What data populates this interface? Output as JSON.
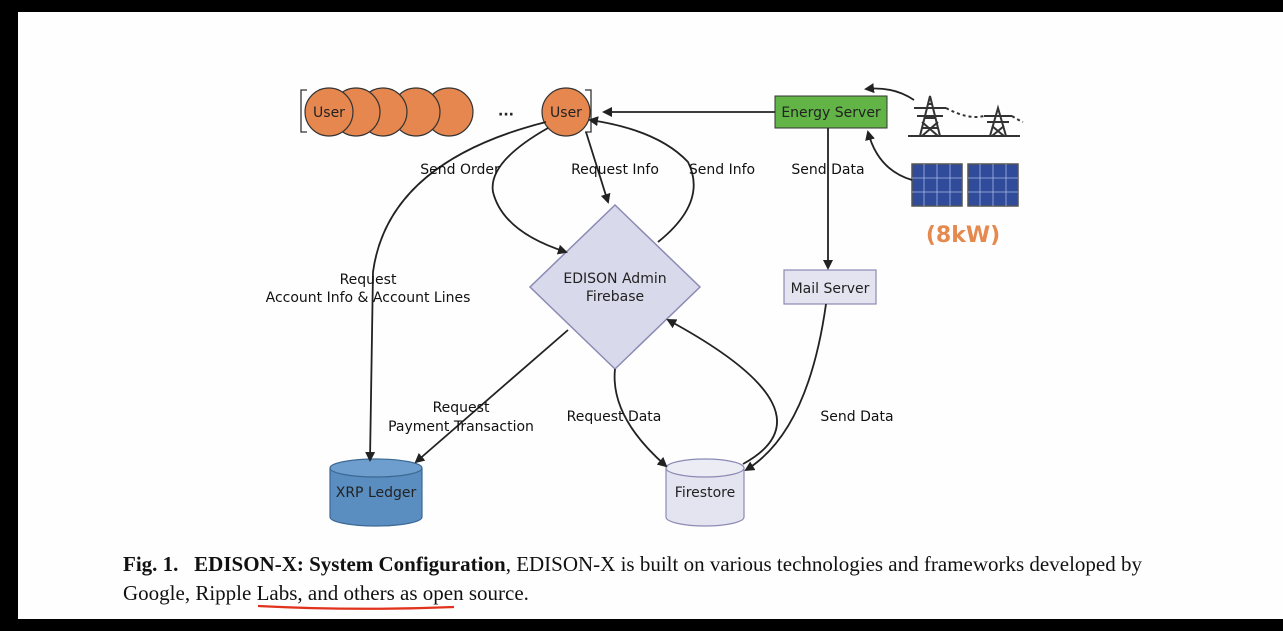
{
  "diagram": {
    "nodes": {
      "user_group_label": "User",
      "ellipsis": "···",
      "user_label": "User",
      "energy_server_label": "Energy Server",
      "admin_label_line1": "EDISON Admin",
      "admin_label_line2": "Firebase",
      "mail_server_label": "Mail Server",
      "xrp_ledger_label": "XRP Ledger",
      "firestore_label": "Firestore",
      "solar_capacity_label": "(8kW)"
    },
    "edges": {
      "send_order": "Send Order",
      "request_info": "Request Info",
      "send_info": "Send Info",
      "send_data_energy": "Send Data",
      "request_account_line1": "Request",
      "request_account_line2": "Account Info & Account Lines",
      "request_payment_line1": "Request",
      "request_payment_line2": "Payment Transaction",
      "request_data": "Request Data",
      "send_data_mail": "Send Data"
    },
    "colors": {
      "user_fill": "#e5874f",
      "energy_server_fill": "#62b446",
      "admin_fill": "#d9d9ec",
      "xrp_fill": "#5a8dc0",
      "firestore_fill": "#e4e4f0",
      "capacity_text": "#e6894e"
    }
  },
  "caption": {
    "fig_label": "Fig. 1.",
    "title": "EDISON-X: System Configuration",
    "text_part1": ", EDISON-X is built on various technologies and frameworks developed by ",
    "underlined": "Google, Ripple Labs",
    "text_part2": ", and others as open source.",
    "underline_color": "#e0321c"
  }
}
